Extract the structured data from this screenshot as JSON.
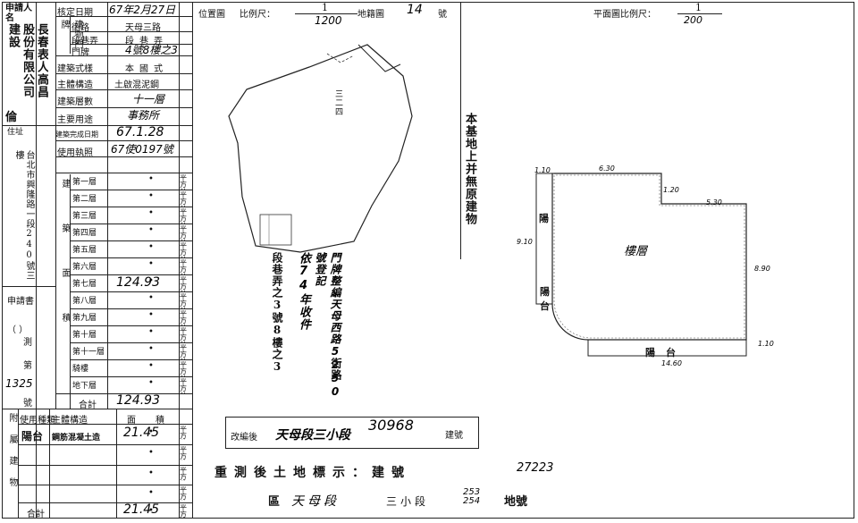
{
  "applicant": {
    "header": "申請人名",
    "company": "長春表人高昌股份有限公司建設",
    "rep_label": "倫",
    "address_label": "住址",
    "address": "台北市興隆路一段240號三樓"
  },
  "fields": {
    "approval_date_label": "核定日期",
    "approval_date_value": "67年2月27日",
    "door_label": "建物門牌",
    "street_label": "街路",
    "street_value": "天母三路",
    "section_label": "段巷弄",
    "section_value": "段巷弄",
    "doorno_label": "門牌",
    "doorno_value": "4號8樓之3",
    "style_label": "建築式樣",
    "style_value": "本國式",
    "structure_label": "主體構造",
    "structure_value": "土啟混泥鋼",
    "floors_label": "建築層數",
    "floors_value": "十一層",
    "use_label": "主要用途",
    "use_value": "事務所",
    "complete_label": "建築完成日期",
    "complete_value": "67.1.28",
    "license_label": "使用執照",
    "license_value": "67使0197號"
  },
  "area": {
    "group_label": "建築面積",
    "floors": [
      "第一層",
      "第二層",
      "第三層",
      "第四層",
      "第五層",
      "第六層",
      "第七層",
      "第八層",
      "第九層",
      "第十層",
      "第十一層",
      "騎樓",
      "地下層"
    ],
    "eighth_floor_value": "124.93",
    "total_label": "合計",
    "total_value": "124.93"
  },
  "application": {
    "label": "申請書",
    "survey_label": "測",
    "number_prefix": "第",
    "number_value": "1325",
    "number_suffix": "號",
    "paren": "（ ）"
  },
  "annex": {
    "label": "附屬建物",
    "header_use": "使用種類",
    "header_struct": "主體構造",
    "header_area": "面積",
    "row1_use": "陽台",
    "row1_struct": "鋼筋混凝土造",
    "row1_area": "21.45",
    "total_label": "合計",
    "total_value": "21.45"
  },
  "location_map": {
    "title": "位置圖",
    "scale_label": "比例尺：",
    "scale_num": "1",
    "scale_den": "1200",
    "sheet_label": "地籍圖",
    "sheet_value": "14",
    "sheet_suffix": "號",
    "parcel_note": "三二四",
    "note_col1": "依74年收件",
    "note_col2": "門牌整編天母西路5250號登記",
    "note_col3": "段巷弄之3號8樓之3",
    "note_col4": "街路"
  },
  "floor_plan": {
    "title": "平面圖比例尺：",
    "scale_num": "1",
    "scale_den": "200",
    "side_note": "本基地上并無原建物",
    "balcony_left": "陽台",
    "balcony_bottom": "陽台",
    "room_label": "樓層",
    "dims": [
      "1.10",
      "6.30",
      "1.20",
      "5.30",
      "9.10",
      "8.90",
      "1.10",
      "14.60"
    ]
  },
  "renumber": {
    "prefix": "改編後",
    "location": "天母段三小段",
    "number": "30968",
    "suffix": "建號"
  },
  "resurvey": {
    "title": "重測後土地標示：建號",
    "building_no": "27223",
    "district_label": "區",
    "district": "天母段",
    "subsection": "三小段",
    "lot_numbers": "253 254",
    "lot_suffix": "地號"
  },
  "units": {
    "sqm": "平方公尺"
  }
}
